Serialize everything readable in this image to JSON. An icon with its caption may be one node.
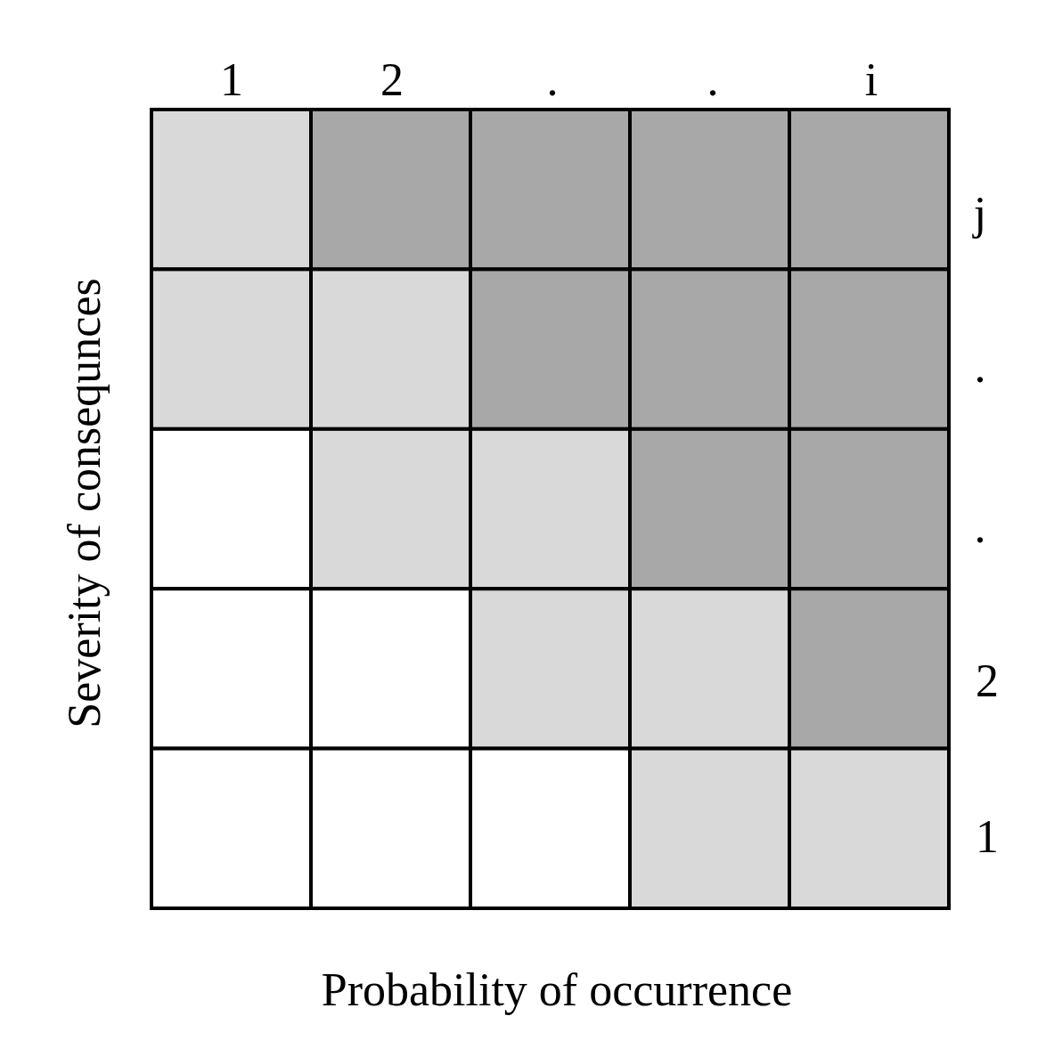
{
  "diagram": {
    "labels": [
      "1",
      "2",
      ".",
      ".",
      "i",
      "Severity of consequnces",
      "j",
      ".",
      ".",
      "2",
      "1",
      "Probability of occurrence"
    ]
  }
}
